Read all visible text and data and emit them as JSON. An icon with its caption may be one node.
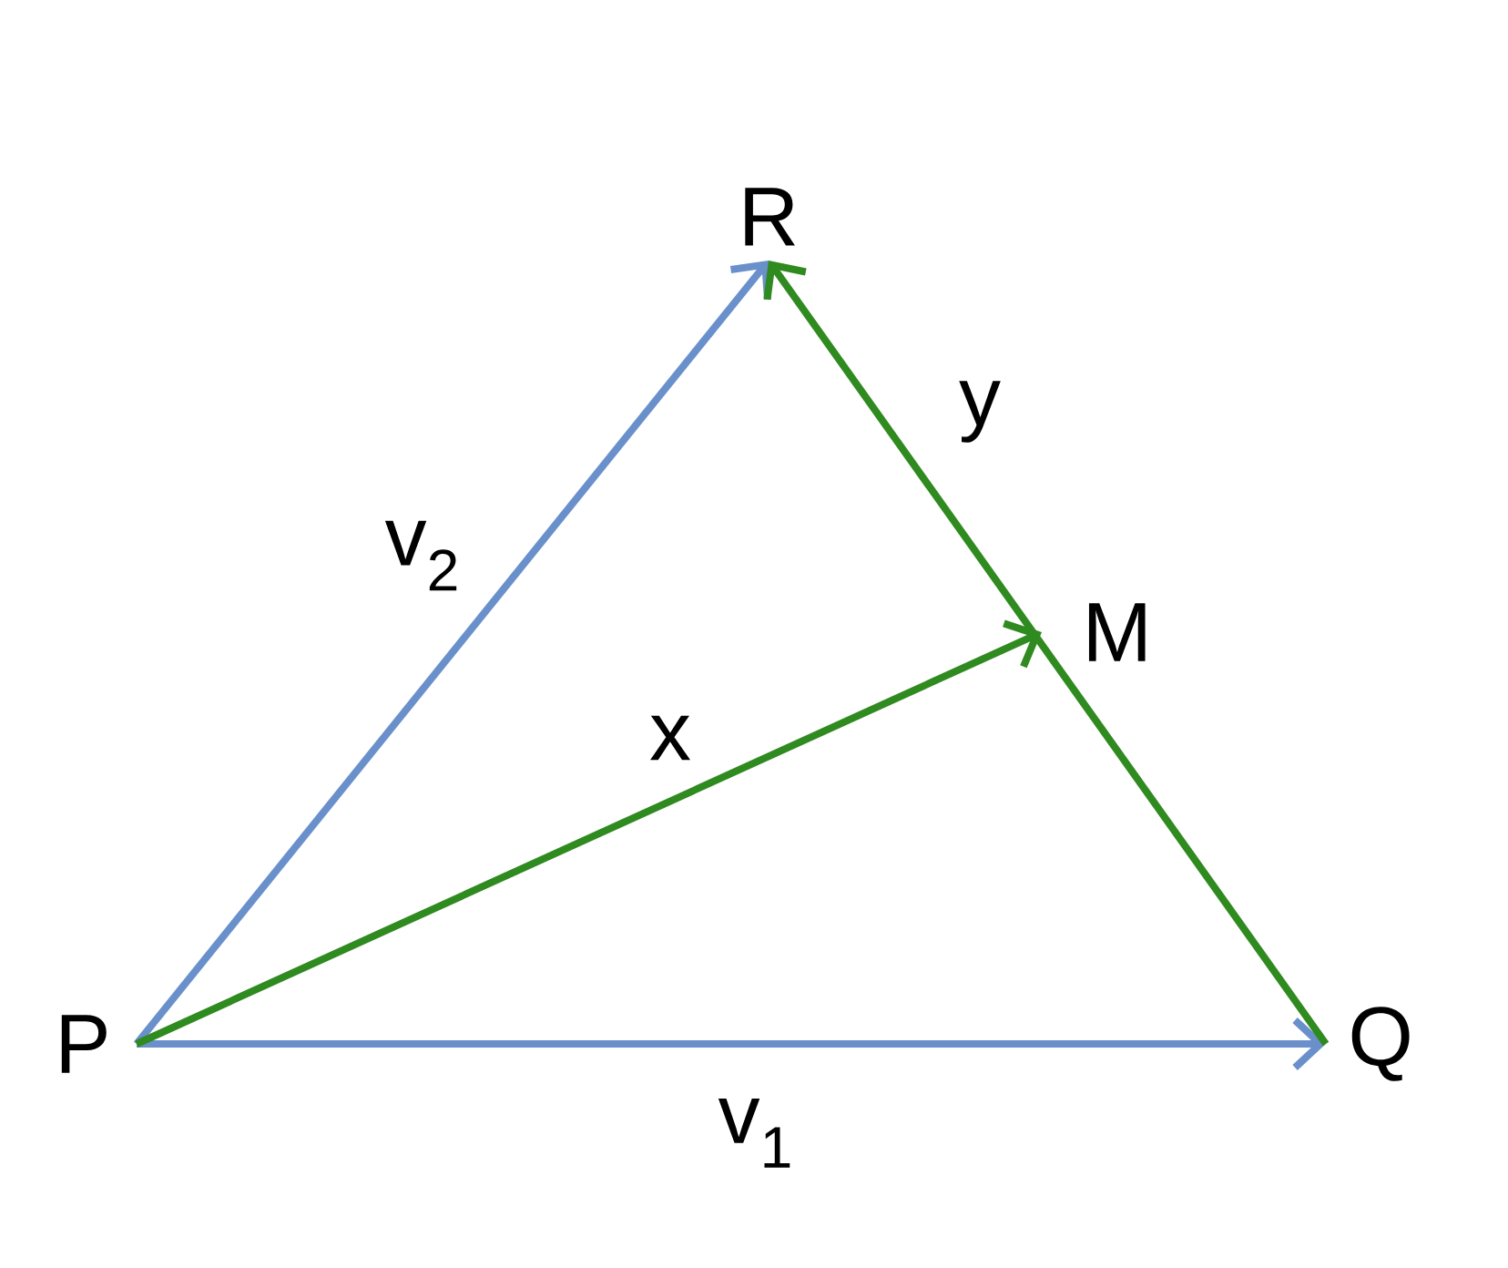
{
  "diagram": {
    "nodes": [
      {
        "text": [
          "P"
        ]
      },
      {
        "text": [
          "Q"
        ]
      },
      {
        "text": [
          "R"
        ]
      },
      {
        "text": [
          "M"
        ]
      }
    ],
    "edges": [
      {
        "from": 0,
        "to": 1,
        "arrow": "to",
        "label": "v$_{1}$",
        "color": "#6a90cc"
      },
      {
        "from": 0,
        "to": 2,
        "arrow": "to",
        "label": "v$_{2}$",
        "color": "#6a90cc"
      },
      {
        "from": 0,
        "to": 3,
        "arrow": "to",
        "label": "x",
        "color": "#2f8a1f"
      },
      {
        "from": 1,
        "to": 2,
        "arrow": "to",
        "label": "y",
        "color": "#2f8a1f"
      }
    ]
  }
}
